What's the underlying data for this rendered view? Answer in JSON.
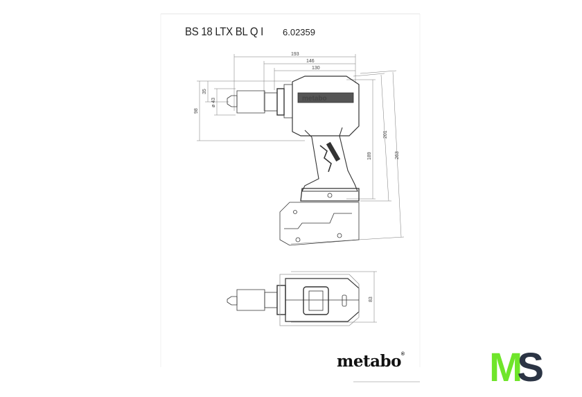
{
  "header": {
    "model": "BS 18 LTX BL Q I",
    "order_number": "6.02359"
  },
  "dimensions": {
    "overall_length": "193",
    "length_2": "146",
    "length_3": "130",
    "chuck_offset": "35",
    "chuck_diameter": "ø 43",
    "head_height": "98",
    "height_1": "189",
    "height_2": "201",
    "total_height": "263",
    "width": "83"
  },
  "brand": {
    "logo": "metabo",
    "registered": "®",
    "watermark": "MS"
  },
  "colors": {
    "watermark_m": "#6fe52a",
    "watermark_s": "#2b3444",
    "line": "#555555"
  }
}
